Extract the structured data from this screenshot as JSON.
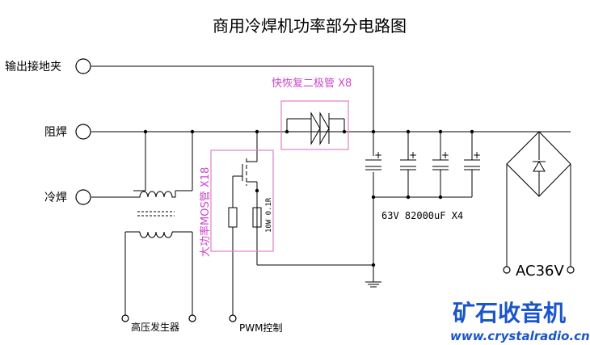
{
  "title": "商用冷焊机功率部分电路图",
  "terminals": {
    "output_clamp": "输出接地夹",
    "resistance_weld": "阻焊",
    "cold_weld": "冷焊",
    "hv_generator": "高压发生器",
    "pwm_control": "PWM控制",
    "ac_input": "AC36V"
  },
  "annotations": {
    "diode_group": "快恢复二极管 X8",
    "mos_group": "大功率MOS管 X18",
    "resistor_value": "10W 0.1R",
    "capacitor_bank": "63V 82000uF X4"
  },
  "watermark": {
    "name": "矿石收音机",
    "url": "www.crystalradio.cn"
  },
  "colors": {
    "annotation": "#cc44cc",
    "watermark": "#1a56c8",
    "wire": "#000000"
  }
}
